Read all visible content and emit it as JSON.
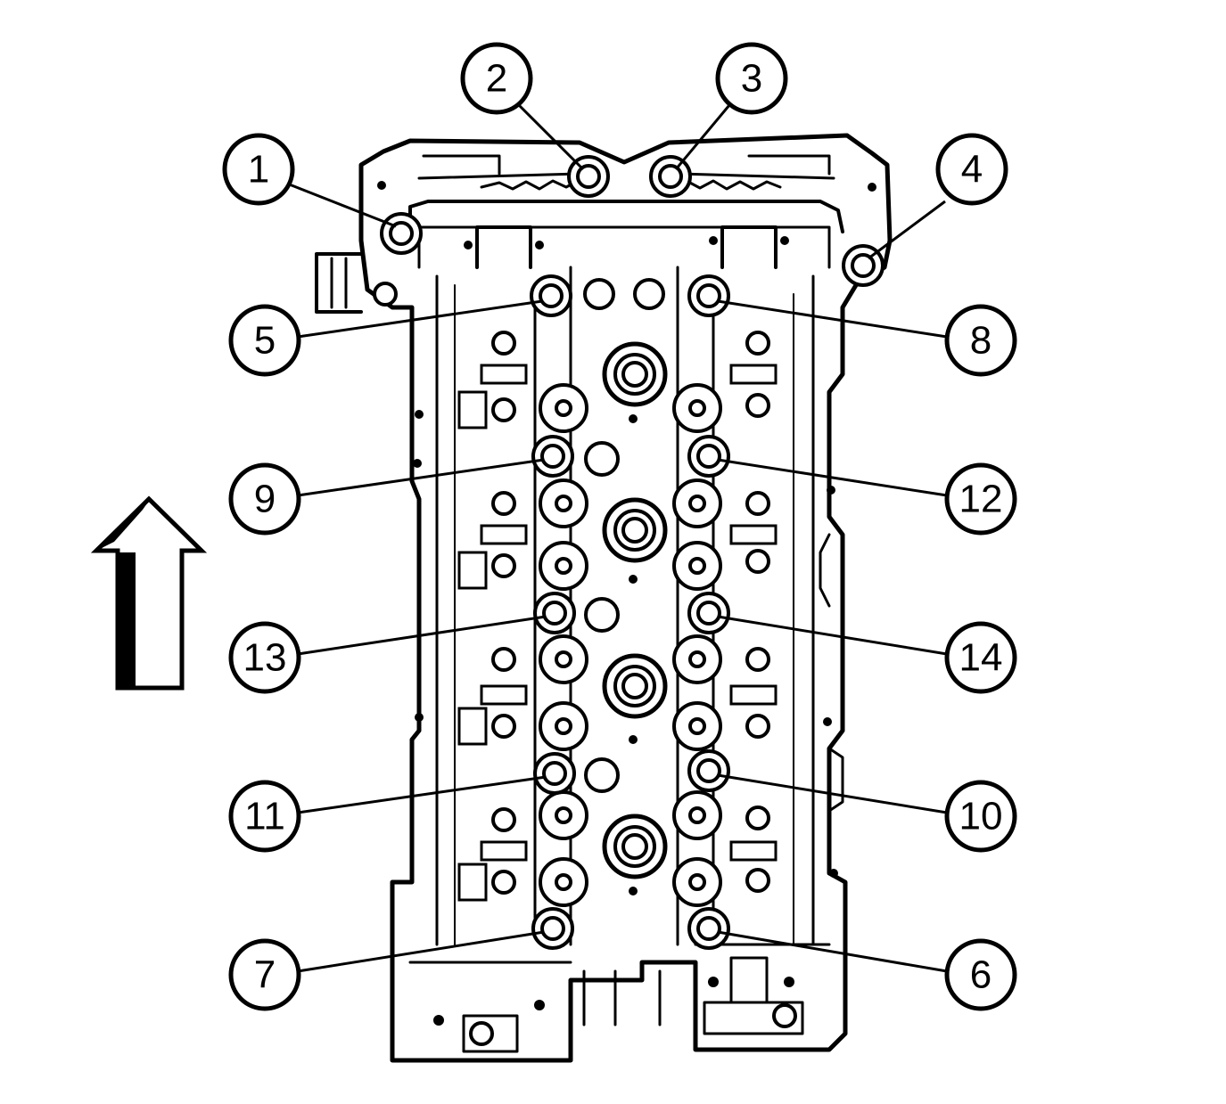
{
  "diagram": {
    "callouts": [
      {
        "label": "1"
      },
      {
        "label": "2"
      },
      {
        "label": "3"
      },
      {
        "label": "4"
      },
      {
        "label": "5"
      },
      {
        "label": "8"
      },
      {
        "label": "9"
      },
      {
        "label": "12"
      },
      {
        "label": "13"
      },
      {
        "label": "14"
      },
      {
        "label": "11"
      },
      {
        "label": "10"
      },
      {
        "label": "7"
      },
      {
        "label": "6"
      }
    ],
    "colors": {
      "line": "#000000",
      "background": "#ffffff"
    },
    "icons": {
      "direction_arrow": "up-arrow-icon"
    }
  }
}
